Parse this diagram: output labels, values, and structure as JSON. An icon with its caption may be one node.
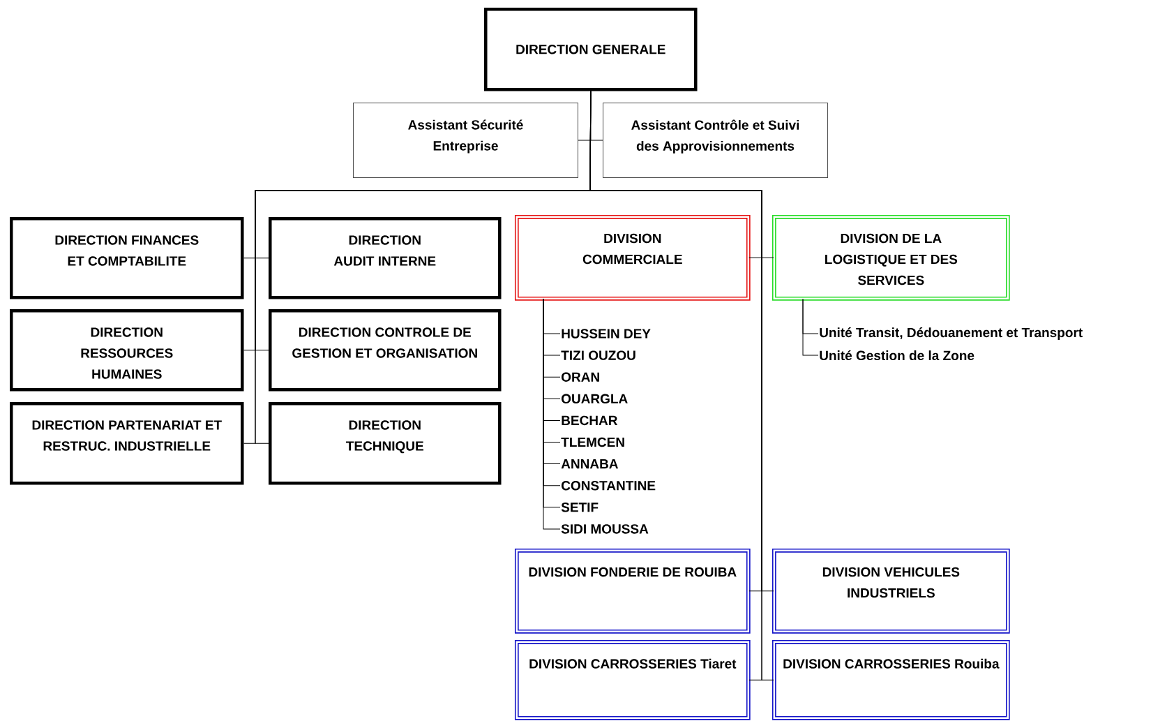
{
  "diagram": {
    "nodes": [
      {
        "text": [
          "DIRECTION GENERALE"
        ]
      },
      {
        "text": [
          "Assistant Sécurité Entreprise"
        ]
      },
      {
        "text": [
          "Assistant Contrôle et Suivi des Approvisionnements"
        ]
      },
      {
        "text": [
          "DIRECTION FINANCES ET COMPTABILITE"
        ]
      },
      {
        "text": [
          "DIRECTION AUDIT INTERNE"
        ]
      },
      {
        "text": [
          "DIVISION COMMERCIALE"
        ]
      },
      {
        "text": [
          "DIVISION DE LA LOGISTIQUE ET DES SERVICES"
        ]
      },
      {
        "text": [
          "DIRECTION RESSOURCES HUMAINES"
        ]
      },
      {
        "text": [
          "DIRECTION CONTROLE DE GESTION ET ORGANISATION"
        ]
      },
      {
        "text": [
          "DIRECTION PARTENARIAT ET RESTRUC. INDUSTRIELLE"
        ]
      },
      {
        "text": [
          "DIRECTION TECHNIQUE"
        ]
      },
      {
        "text": [
          "HUSSEIN DEY"
        ]
      },
      {
        "text": [
          "TIZI OUZOU"
        ]
      },
      {
        "text": [
          "ORAN"
        ]
      },
      {
        "text": [
          "OUARGLA"
        ]
      },
      {
        "text": [
          "BECHAR"
        ]
      },
      {
        "text": [
          "TLEMCEN"
        ]
      },
      {
        "text": [
          "ANNABA"
        ]
      },
      {
        "text": [
          "CONSTANTINE"
        ]
      },
      {
        "text": [
          "SETIF"
        ]
      },
      {
        "text": [
          "SIDI MOUSSA"
        ]
      },
      {
        "text": [
          "Unité Transit, Dédouanement et Transport"
        ]
      },
      {
        "text": [
          "Unité Gestion de la Zone"
        ]
      },
      {
        "text": [
          "DIVISION FONDERIE DE ROUIBA"
        ]
      },
      {
        "text": [
          "DIVISION VEHICULES INDUSTRIELS"
        ]
      },
      {
        "text": [
          "DIVISION CARROSSERIES Tiaret"
        ]
      },
      {
        "text": [
          "DIVISION CARROSSERIES Rouiba"
        ]
      }
    ],
    "edges": [
      {
        "from": 0,
        "to": 1,
        "arrow": "none"
      },
      {
        "from": 0,
        "to": 2,
        "arrow": "none"
      },
      {
        "from": 0,
        "to": 3,
        "arrow": "none"
      },
      {
        "from": 0,
        "to": 4,
        "arrow": "none"
      },
      {
        "from": 0,
        "to": 7,
        "arrow": "none"
      },
      {
        "from": 0,
        "to": 8,
        "arrow": "none"
      },
      {
        "from": 0,
        "to": 9,
        "arrow": "none"
      },
      {
        "from": 0,
        "to": 10,
        "arrow": "none"
      },
      {
        "from": 0,
        "to": 5,
        "arrow": "none"
      },
      {
        "from": 0,
        "to": 6,
        "arrow": "none"
      },
      {
        "from": 0,
        "to": 23,
        "arrow": "none"
      },
      {
        "from": 0,
        "to": 24,
        "arrow": "none"
      },
      {
        "from": 0,
        "to": 25,
        "arrow": "none"
      },
      {
        "from": 0,
        "to": 26,
        "arrow": "none"
      },
      {
        "from": 5,
        "to": 11,
        "arrow": "none"
      },
      {
        "from": 5,
        "to": 12,
        "arrow": "none"
      },
      {
        "from": 5,
        "to": 13,
        "arrow": "none"
      },
      {
        "from": 5,
        "to": 14,
        "arrow": "none"
      },
      {
        "from": 5,
        "to": 15,
        "arrow": "none"
      },
      {
        "from": 5,
        "to": 16,
        "arrow": "none"
      },
      {
        "from": 5,
        "to": 17,
        "arrow": "none"
      },
      {
        "from": 5,
        "to": 18,
        "arrow": "none"
      },
      {
        "from": 5,
        "to": 19,
        "arrow": "none"
      },
      {
        "from": 5,
        "to": 20,
        "arrow": "none"
      },
      {
        "from": 6,
        "to": 21,
        "arrow": "none"
      },
      {
        "from": 6,
        "to": 22,
        "arrow": "none"
      }
    ]
  }
}
